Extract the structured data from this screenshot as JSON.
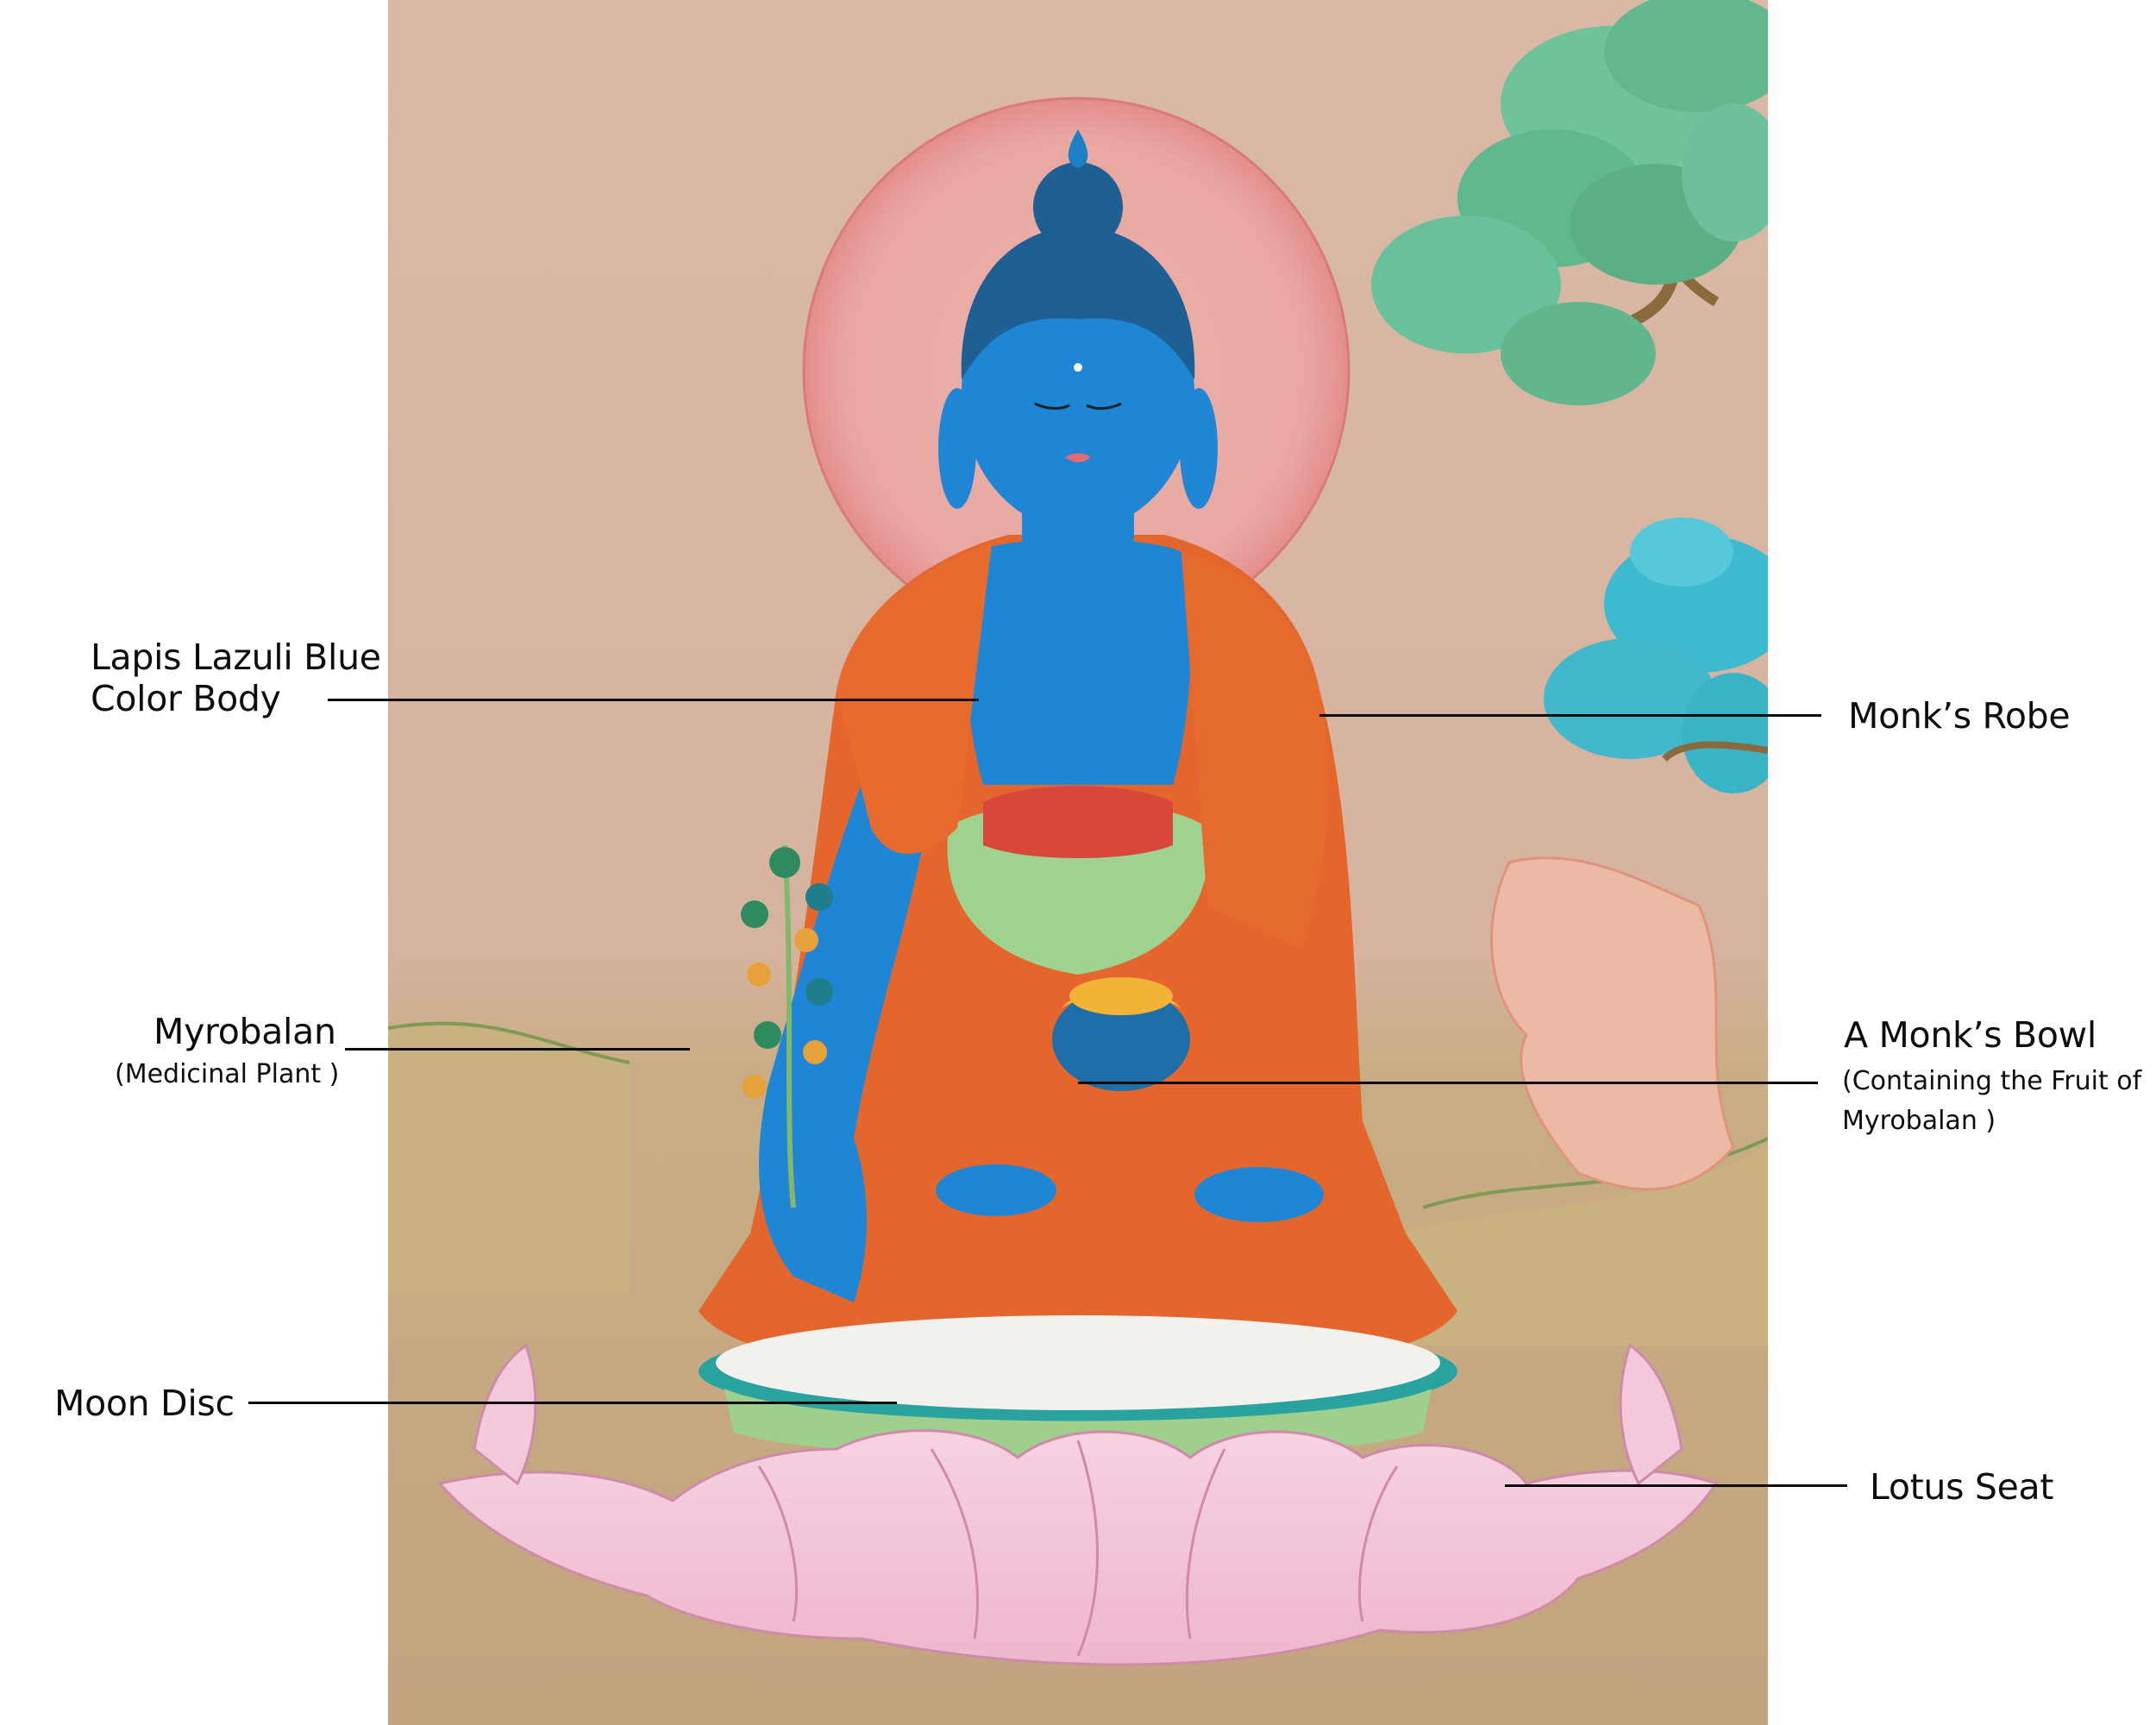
{
  "artwork": {
    "subject": "Medicine Buddha thangka painting",
    "colors": {
      "background_top": "#d8b7a3",
      "background_bottom": "#c4a682",
      "halo": "#e8a9a3",
      "halo_edge": "#d9736f",
      "body_blue": "#1f86d6",
      "hair_blue": "#1e5f94",
      "robe_orange": "#e4662c",
      "robe_dark": "#c6461c",
      "lotus_pink": "#f2c3d6",
      "lotus_edge": "#c8789a",
      "moon_disc": "#f3f1ee",
      "foliage_green": "#5dbb8e",
      "foliage_teal": "#3fb7c9",
      "hill": "#c9b27d"
    }
  },
  "annotations": [
    {
      "id": "lapis",
      "title_line1": "Lapis Lazuli Blue",
      "title_line2": "Color Body"
    },
    {
      "id": "myrobalan",
      "title": "Myrobalan",
      "subtitle": "(Medicinal Plant )"
    },
    {
      "id": "moon",
      "title": "Moon Disc"
    },
    {
      "id": "robe",
      "title": "Monk’s Robe"
    },
    {
      "id": "bowl",
      "title": "A Monk’s Bowl",
      "subtitle_line1": "(Containing the Fruit of",
      "subtitle_line2": " Myrobalan )"
    },
    {
      "id": "lotus",
      "title": "Lotus Seat"
    }
  ]
}
